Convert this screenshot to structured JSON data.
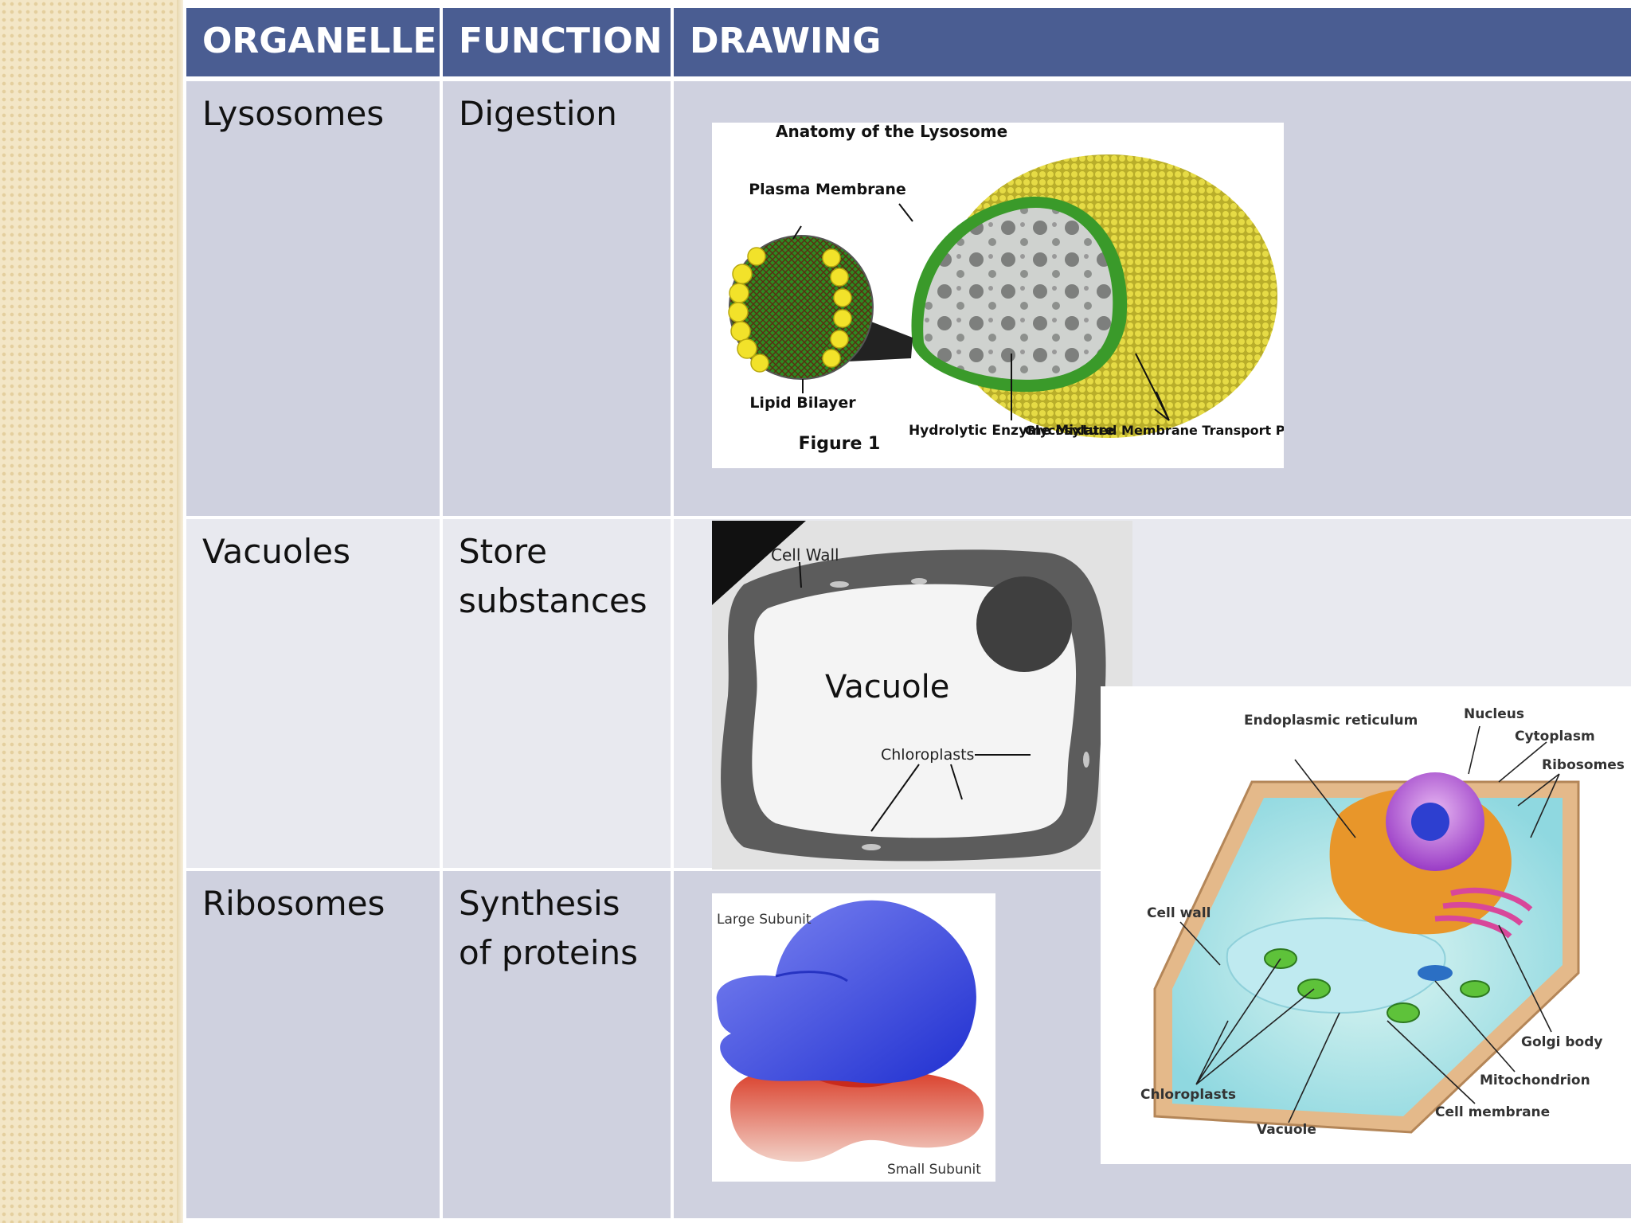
{
  "table": {
    "headers": [
      "ORGANELLE",
      "FUNCTION",
      "DRAWING"
    ],
    "rows": [
      {
        "organelle": "Lysosomes",
        "function": "Digestion"
      },
      {
        "organelle": "Vacuoles",
        "function": "Store substances"
      },
      {
        "organelle": "Ribosomes",
        "function": "Synthesis of proteins"
      }
    ]
  },
  "figures": {
    "lysosome": {
      "title": "Anatomy of the Lysosome",
      "plasma_membrane": "Plasma Membrane",
      "lipid_bilayer": "Lipid Bilayer",
      "figure_label": "Figure 1",
      "hydrolytic": "Hydrolytic Enzyme Mixture",
      "glycosylated": "Glycosylated Membrane Transport Proteins"
    },
    "vacuole": {
      "cell_wall": "Cell Wall",
      "vacuole": "Vacuole",
      "chloroplasts": "Chloroplasts"
    },
    "ribosome": {
      "large_subunit": "Large Subunit",
      "small_subunit": "Small Subunit"
    },
    "plant_cell": {
      "endoplasmic_reticulum": "Endoplasmic reticulum",
      "nucleus": "Nucleus",
      "cytoplasm": "Cytoplasm",
      "ribosomes": "Ribosomes",
      "cell_wall": "Cell wall",
      "chloroplasts": "Chloroplasts",
      "vacuole": "Vacuole",
      "golgi_body": "Golgi body",
      "mitochondrion": "Mitochondrion",
      "cell_membrane": "Cell membrane"
    }
  },
  "colors": {
    "header_bg": "#4a5d92",
    "row_dark": "#cfd1df",
    "row_light": "#e8e9ef",
    "sidebar": "#f3e6c6"
  }
}
